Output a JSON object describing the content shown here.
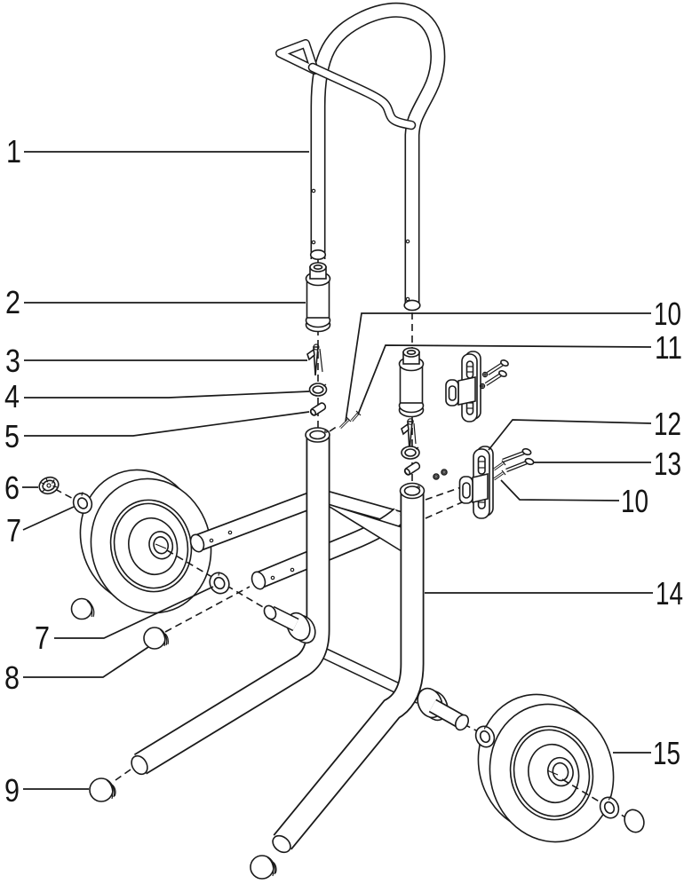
{
  "diagram_type": "exploded-parts-diagram",
  "colors": {
    "line": "#1a1a1a",
    "background": "#ffffff"
  },
  "callouts": [
    {
      "label": "1"
    },
    {
      "label": "2"
    },
    {
      "label": "3"
    },
    {
      "label": "4"
    },
    {
      "label": "5"
    },
    {
      "label": "6"
    },
    {
      "label": "7"
    },
    {
      "label": "7"
    },
    {
      "label": "8"
    },
    {
      "label": "9"
    },
    {
      "label": "10"
    },
    {
      "label": "11"
    },
    {
      "label": "12"
    },
    {
      "label": "13"
    },
    {
      "label": "10"
    },
    {
      "label": "14"
    },
    {
      "label": "15"
    }
  ]
}
